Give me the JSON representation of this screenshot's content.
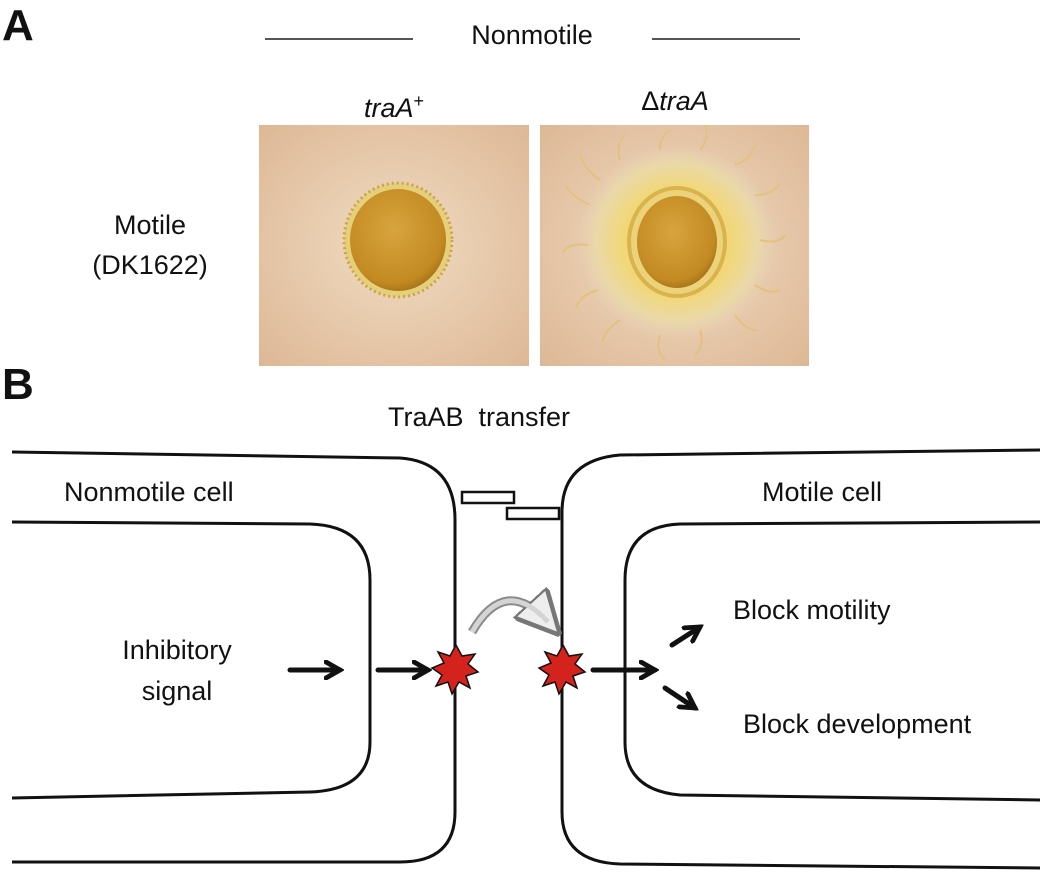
{
  "panel_a": {
    "letter": "A",
    "header": "Nonmotile",
    "col1_name": "traA",
    "col1_sup": "+",
    "col2_prefix": "Δ",
    "col2_name": "traA",
    "row_label_line1": "Motile",
    "row_label_line2": "(DK1622)",
    "photos": [
      {
        "id": "traA-plus",
        "description_color": "#e8c9a8"
      },
      {
        "id": "delta-traA",
        "description_color": "#e8c9a8"
      }
    ]
  },
  "panel_b": {
    "letter": "B",
    "transfer_label": "TraAB  transfer",
    "left_cell": "Nonmotile cell",
    "right_cell": "Motile cell",
    "inhibitory_line1": "Inhibitory",
    "inhibitory_line2": "signal",
    "block_motility": "Block motility",
    "block_development": "Block development"
  },
  "colors": {
    "signal_red": "#d4231d",
    "line_black": "#111111",
    "arc_gray": "#9a9a9a"
  }
}
